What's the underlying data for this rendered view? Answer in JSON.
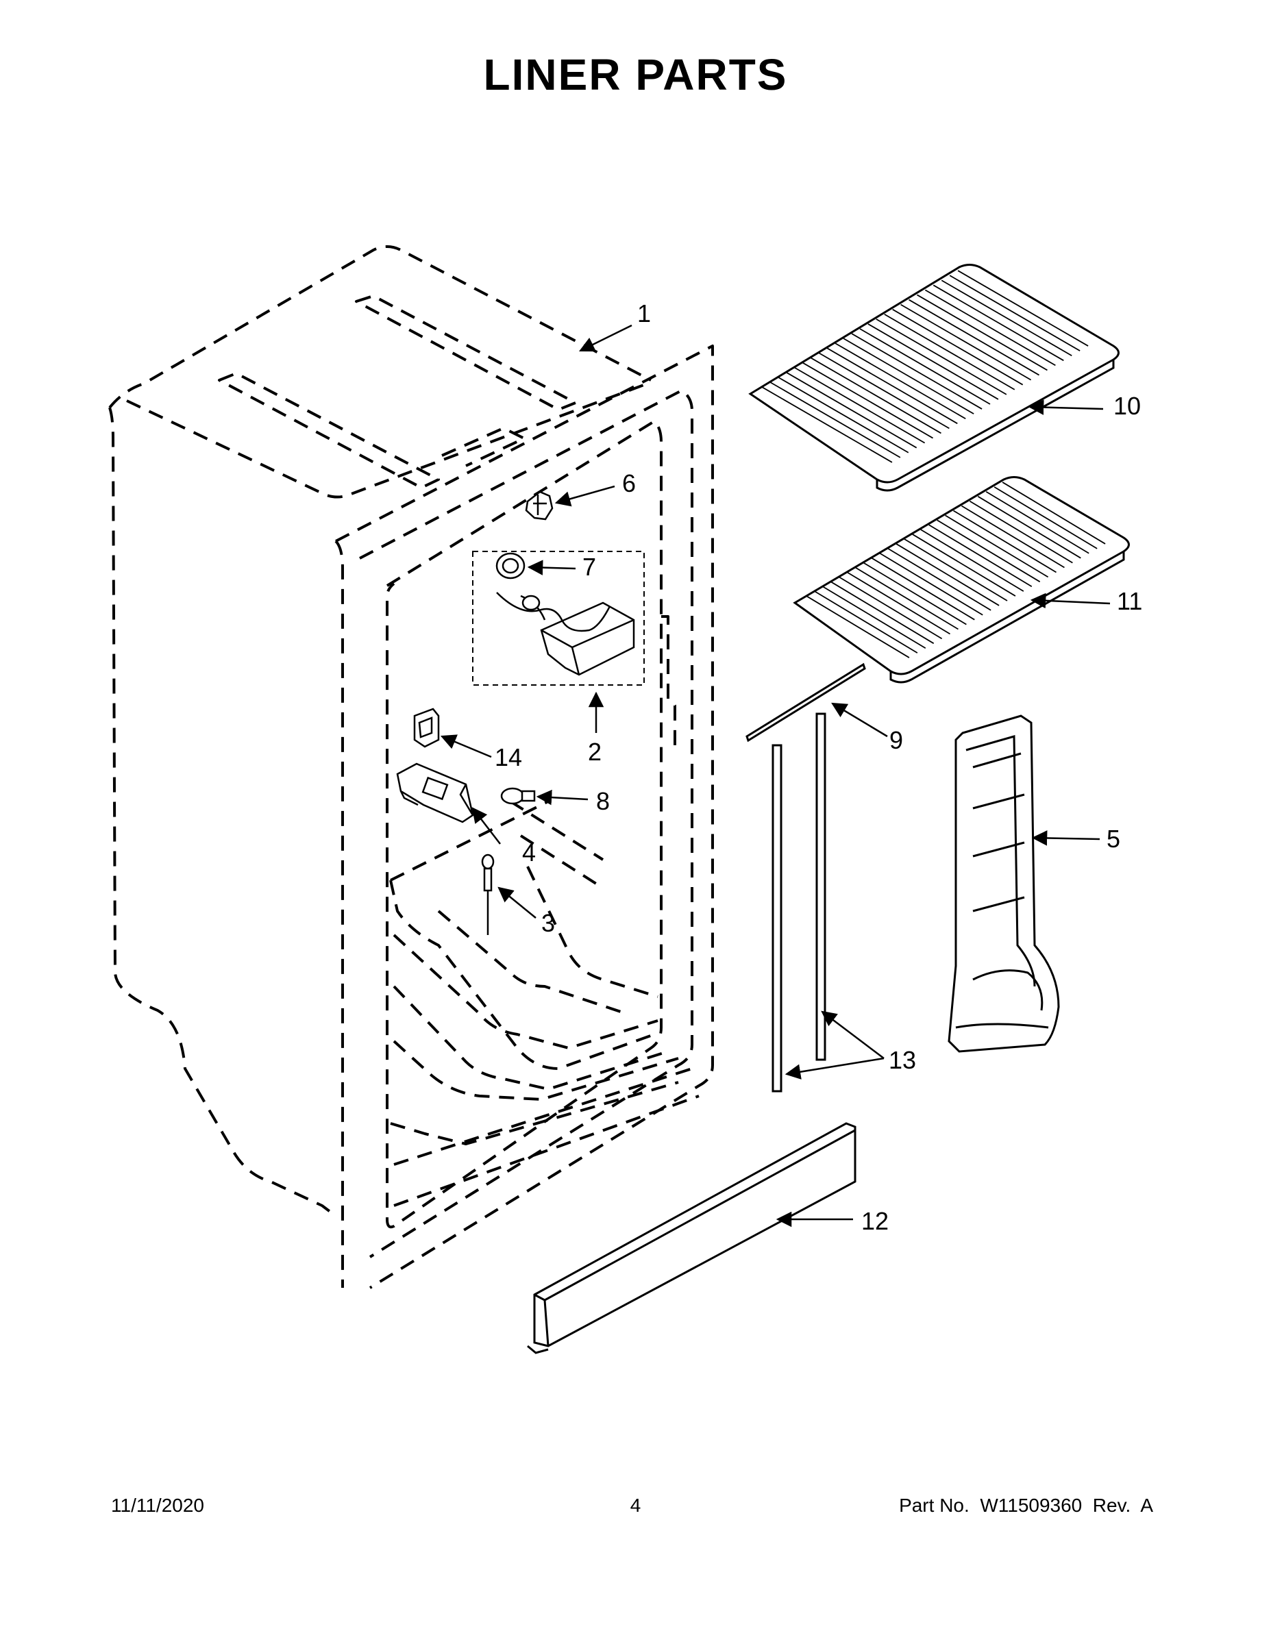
{
  "title": "LINER PARTS",
  "callouts": {
    "c1": "1",
    "c2": "2",
    "c3": "3",
    "c4": "4",
    "c5": "5",
    "c6": "6",
    "c7": "7",
    "c8": "8",
    "c9": "9",
    "c10": "10",
    "c11": "11",
    "c12": "12",
    "c13": "13",
    "c14": "14"
  },
  "footer": {
    "date": "11/11/2020",
    "page": "4",
    "part": "Part No.  W11509360  Rev.  A"
  }
}
